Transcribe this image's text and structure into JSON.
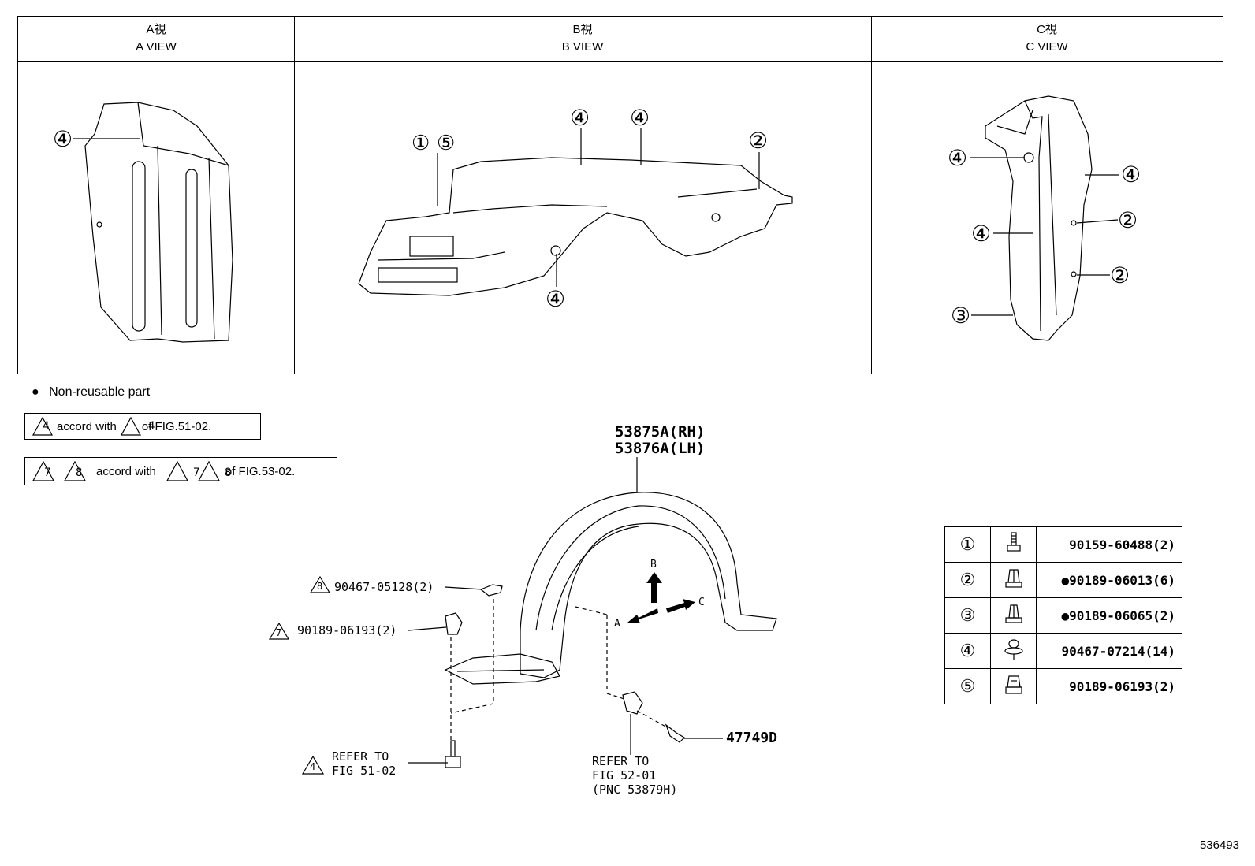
{
  "views": [
    {
      "title_jp": "A視",
      "title_en": "A VIEW"
    },
    {
      "title_jp": "B視",
      "title_en": "B VIEW"
    },
    {
      "title_jp": "C視",
      "title_en": "C VIEW"
    }
  ],
  "callouts": {
    "one": "①",
    "two": "②",
    "three": "③",
    "four": "④",
    "five": "⑤"
  },
  "legend": {
    "bullet": "●",
    "non_reusable": "Non-reusable part"
  },
  "notes": {
    "note1_num": "4",
    "note1_mid": "accord with",
    "note1_ref": "4",
    "note1_tail": "of FIG.51-02.",
    "note2_num_a": "7",
    "note2_num_b": "8",
    "note2_mid": "accord with",
    "note2_ref_a": "7",
    "note2_ref_b": "8",
    "note2_tail": "of FIG.53-02."
  },
  "main_part": {
    "rh": "53875A(RH)",
    "lh": "53876A(LH)"
  },
  "labels": {
    "p8_tri": "8",
    "p8": "90467-05128(2)",
    "p7_tri": "7",
    "p7": "90189-06193(2)",
    "p4_tri": "4",
    "refer1_line1": "REFER TO",
    "refer1_line2": "FIG 51-02",
    "refer2_line1": "REFER TO",
    "refer2_line2": "FIG 52-01",
    "refer2_line3": "(PNC 53879H)",
    "p47749": "47749D",
    "dir_a": "A",
    "dir_b": "B",
    "dir_c": "C"
  },
  "parts_table": [
    {
      "num": "①",
      "pn": "90159-60488(2)",
      "icon": "bolt-icon"
    },
    {
      "num": "②",
      "pn": "●90189-06013(6)",
      "icon": "clip-icon"
    },
    {
      "num": "③",
      "pn": "●90189-06065(2)",
      "icon": "clip-icon"
    },
    {
      "num": "④",
      "pn": "90467-07214(14)",
      "icon": "push-clip-icon"
    },
    {
      "num": "⑤",
      "pn": "90189-06193(2)",
      "icon": "nut-clip-icon"
    }
  ],
  "footer": {
    "id": "536493"
  }
}
